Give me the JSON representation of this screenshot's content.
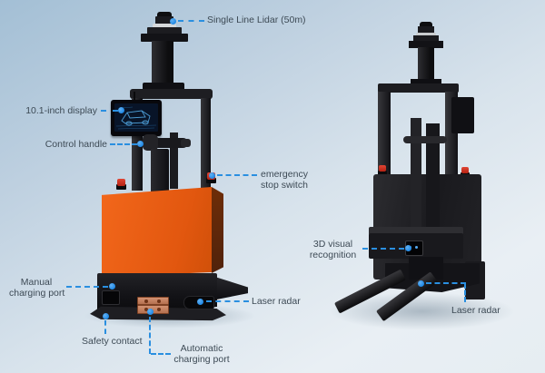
{
  "diagram": {
    "subject": "pallet stacker AGV feature callout diagram, two robot views",
    "callouts": {
      "lidar": {
        "label": "Single Line Lidar (50m)"
      },
      "display": {
        "label": "10.1-inch display"
      },
      "control_handle": {
        "label": "Control handle"
      },
      "emergency_stop": {
        "line1": "emergency",
        "line2": "stop switch"
      },
      "manual_charging": {
        "line1": "Manual",
        "line2": "charging port"
      },
      "safety_contact": {
        "label": "Safety contact"
      },
      "auto_charging": {
        "line1": "Automatic",
        "line2": "charging port"
      },
      "laser_radar_left": {
        "label": "Laser radar"
      },
      "visual_3d": {
        "line1": "3D visual",
        "line2": "recognition"
      },
      "laser_radar_right": {
        "label": "Laser radar"
      }
    },
    "colors": {
      "accent_blue": "#1e88e5",
      "body_orange": "#e2570f",
      "machine_black": "#1a1a1e",
      "estop_red": "#c62a1a",
      "label_text": "#3d4a55"
    }
  }
}
